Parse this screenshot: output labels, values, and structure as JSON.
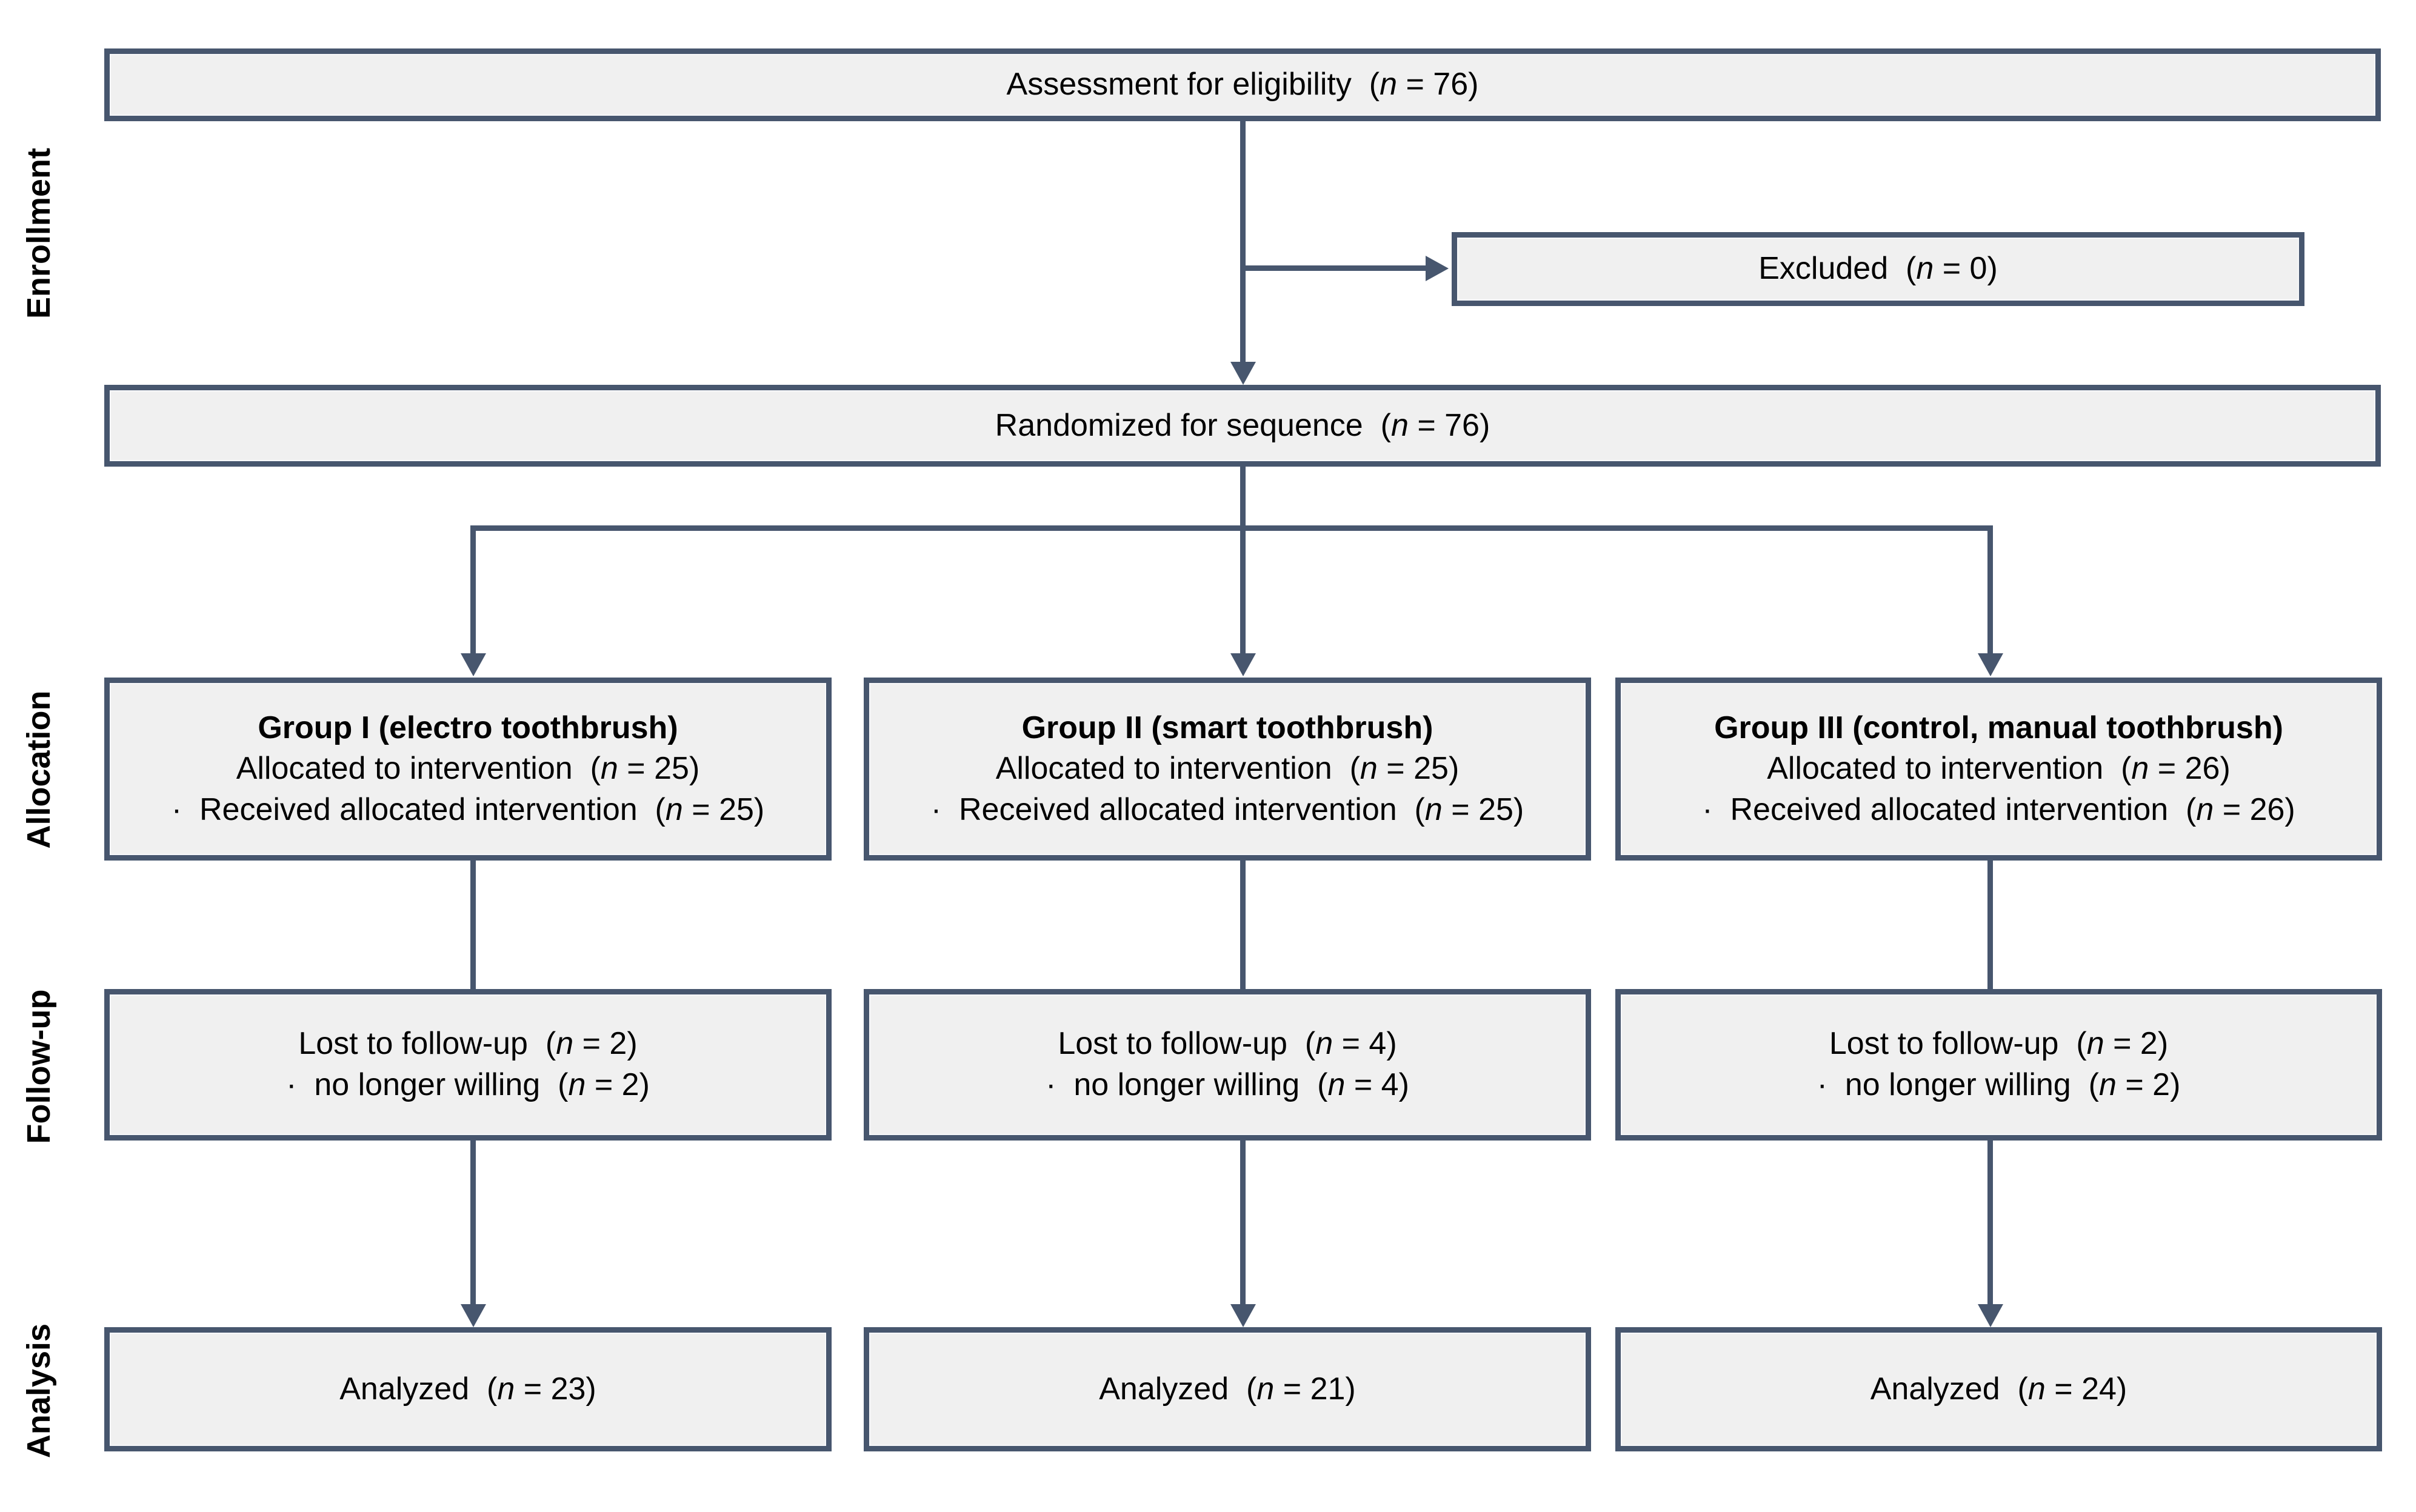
{
  "figure": {
    "type": "consort-flow-diagram",
    "accent_color": "#47566E",
    "box_fill": "#F0F0F0",
    "background": "#FFFFFF"
  },
  "stages": {
    "enrollment": "Enrollment",
    "allocation": "Allocation",
    "followup": "Follow-up",
    "analysis": "Analysis"
  },
  "enrollment": {
    "assessment": {
      "text": "Assessment for eligibility (n = 76)",
      "label": "Assessment for eligibility",
      "n_symbol": "n",
      "n_value": "76"
    },
    "excluded": {
      "text": "Excluded (n = 0)",
      "label": "Excluded",
      "n_symbol": "n",
      "n_value": "0"
    },
    "randomized": {
      "text": "Randomized for sequence (n = 76)",
      "label": "Randomized for sequence",
      "n_symbol": "n",
      "n_value": "76"
    }
  },
  "arms": [
    {
      "id": "group-1",
      "allocation": {
        "title": "Group I (electro toothbrush)",
        "allocated_label": "Allocated to intervention",
        "allocated_n": "25",
        "received_bullet": "·",
        "received_label": "Received allocated intervention",
        "received_n": "25"
      },
      "followup": {
        "lost_label": "Lost to follow-up",
        "lost_n": "2",
        "reason_bullet": "·",
        "reason_label": "no longer willing",
        "reason_n": "2"
      },
      "analysis": {
        "analyzed_label": "Analyzed",
        "analyzed_n": "23"
      }
    },
    {
      "id": "group-2",
      "allocation": {
        "title": "Group II (smart toothbrush)",
        "allocated_label": "Allocated to intervention",
        "allocated_n": "25",
        "received_bullet": "·",
        "received_label": "Received allocated intervention",
        "received_n": "25"
      },
      "followup": {
        "lost_label": "Lost to follow-up",
        "lost_n": "4",
        "reason_bullet": "·",
        "reason_label": "no longer willing",
        "reason_n": "4"
      },
      "analysis": {
        "analyzed_label": "Analyzed",
        "analyzed_n": "21"
      }
    },
    {
      "id": "group-3",
      "allocation": {
        "title": "Group III (control, manual toothbrush)",
        "allocated_label": "Allocated to intervention",
        "allocated_n": "26",
        "received_bullet": "·",
        "received_label": "Received allocated intervention",
        "received_n": "26"
      },
      "followup": {
        "lost_label": "Lost to follow-up",
        "lost_n": "2",
        "reason_bullet": "·",
        "reason_label": "no longer willing",
        "reason_n": "2"
      },
      "analysis": {
        "analyzed_label": "Analyzed",
        "analyzed_n": "24"
      }
    }
  ],
  "symbols": {
    "n_italic": "n",
    "equals": "=",
    "paren_open": "(",
    "paren_close": ")"
  }
}
